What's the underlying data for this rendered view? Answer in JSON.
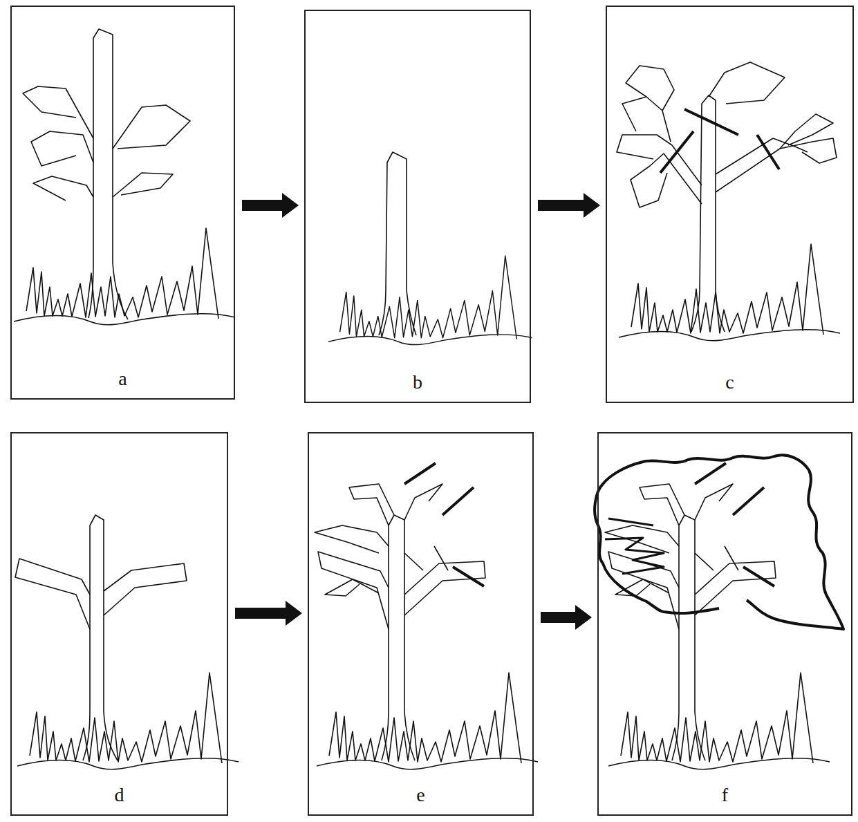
{
  "diagram": {
    "nodes": [
      {
        "text": [
          "a"
        ]
      },
      {
        "text": [
          "b"
        ]
      },
      {
        "text": [
          "c"
        ]
      },
      {
        "text": [
          "d"
        ]
      },
      {
        "text": [
          "e"
        ]
      },
      {
        "text": [
          "f"
        ]
      }
    ],
    "edges": [
      {
        "from": 0,
        "to": 1,
        "arrow": "to"
      },
      {
        "from": 1,
        "to": 2,
        "arrow": "to"
      },
      {
        "from": 3,
        "to": 4,
        "arrow": "to"
      },
      {
        "from": 4,
        "to": 5,
        "arrow": "to"
      }
    ]
  }
}
